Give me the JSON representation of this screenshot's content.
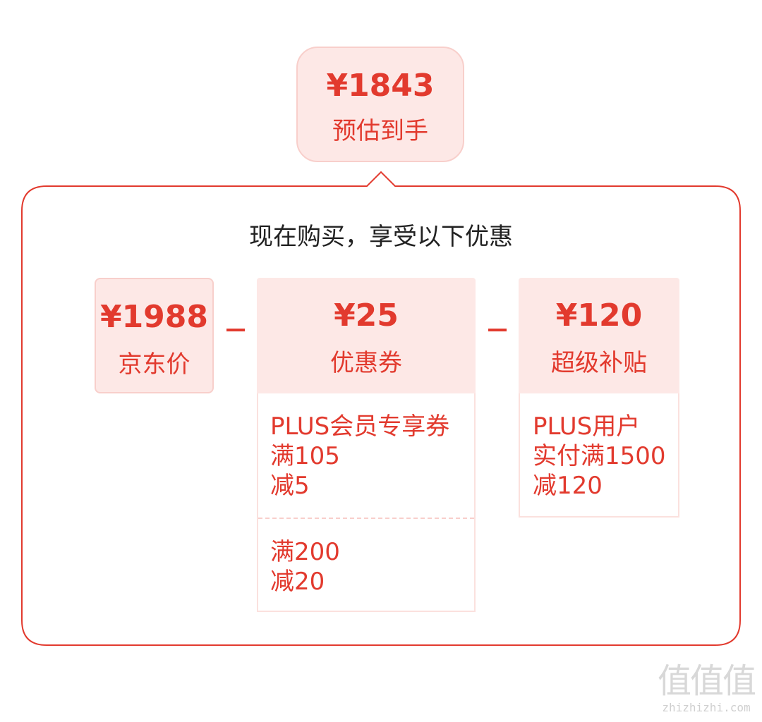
{
  "estimate": {
    "price": "¥1843",
    "label": "预估到手"
  },
  "heading": "现在购买，享受以下优惠",
  "tiles": [
    {
      "price": "¥1988",
      "label": "京东价"
    },
    {
      "price": "¥25",
      "label": "优惠券"
    },
    {
      "price": "¥120",
      "label": "超级补贴"
    }
  ],
  "coupon_details": [
    "PLUS会员专享券\n满105\n减5",
    "满200\n减20"
  ],
  "subsidy_details": [
    "PLUS用户\n实付满1500\n减120"
  ],
  "watermark": {
    "glyphs": "值值值",
    "url": "zhizhizhi.com"
  },
  "colors": {
    "accent": "#e23a2e",
    "tile_bg": "#fde8e6",
    "tile_border": "#f8cfcb"
  }
}
